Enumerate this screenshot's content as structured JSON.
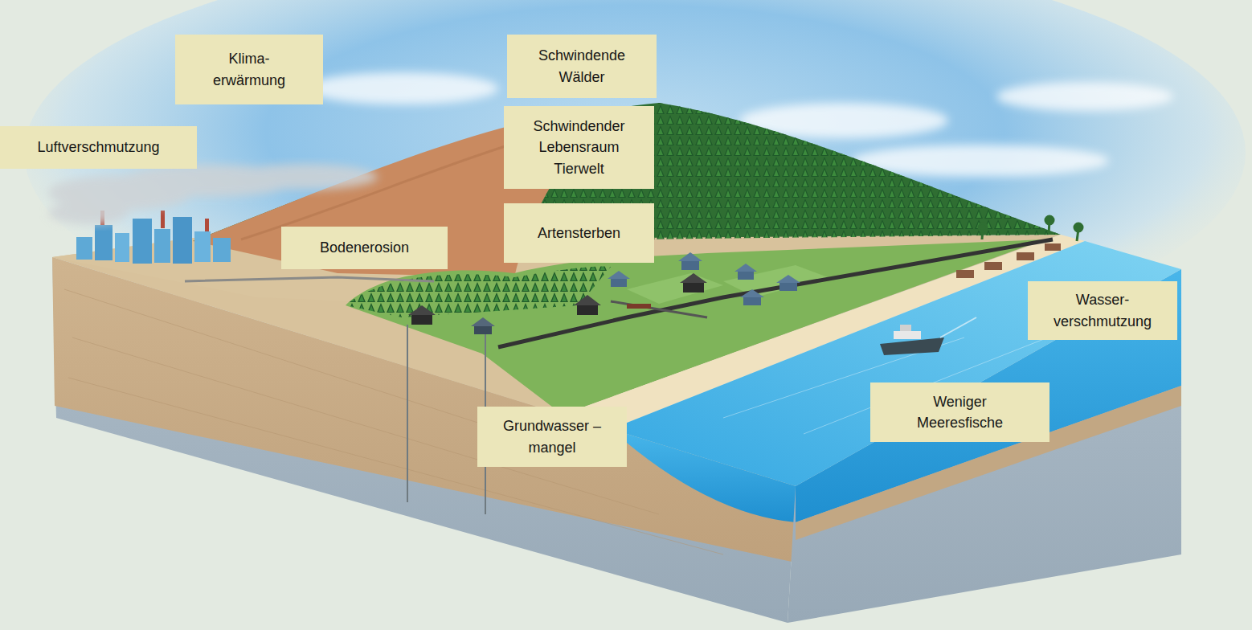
{
  "diagram": {
    "nodes": [
      {
        "text": [
          "Klima- erwärmung"
        ]
      },
      {
        "text": [
          "Schwindende Wälder"
        ]
      },
      {
        "text": [
          "Luftverschmutzung"
        ]
      },
      {
        "text": [
          "Schwindender Lebensraum Tierwelt"
        ]
      },
      {
        "text": [
          "Artensterben"
        ]
      },
      {
        "text": [
          "Bodenerosion"
        ]
      },
      {
        "text": [
          "Wasser- verschmutzung"
        ]
      },
      {
        "text": [
          "Weniger Meeresfische"
        ]
      },
      {
        "text": [
          "Grundwasser – mangel"
        ]
      }
    ]
  }
}
